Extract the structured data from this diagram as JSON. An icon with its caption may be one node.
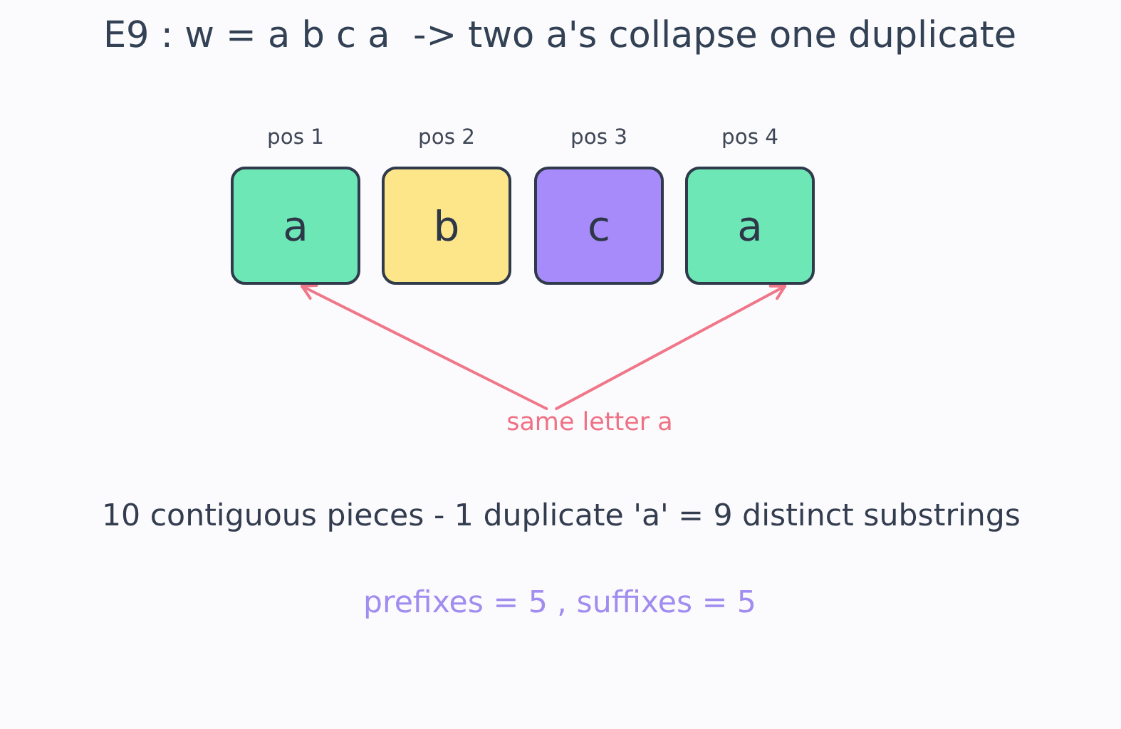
{
  "diagram": {
    "title": "E9 : w = a b c a  -> two a's collapse one duplicate",
    "nodes": [
      {
        "text": [
          "a"
        ],
        "beside": [
          "pos 1"
        ]
      },
      {
        "text": [
          "b"
        ],
        "beside": [
          "pos 2"
        ]
      },
      {
        "text": [
          "c"
        ],
        "beside": [
          "pos 3"
        ]
      },
      {
        "text": [
          "a"
        ],
        "beside": [
          "pos 4"
        ]
      },
      {
        "text": [
          "same letter a"
        ]
      }
    ],
    "edges": [
      {
        "from": 4,
        "to": 0,
        "arrow": "to"
      },
      {
        "from": 4,
        "to": 3,
        "arrow": "to"
      }
    ],
    "labels": [
      "10 contiguous pieces - 1 duplicate 'a' = 9 distinct substrings",
      "prefixes = 5 , suffixes = 5"
    ]
  }
}
